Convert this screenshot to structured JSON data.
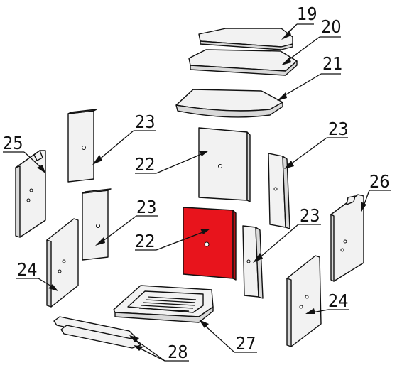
{
  "highlight_color": "#e8141c",
  "labels": {
    "p19": "19",
    "p20": "20",
    "p21": "21",
    "p22a": "22",
    "p22b": "22",
    "p23a": "23",
    "p23b": "23",
    "p23c": "23",
    "p23d": "23",
    "p24a": "24",
    "p24b": "24",
    "p25": "25",
    "p26": "26",
    "p27": "27",
    "p28": "28"
  }
}
